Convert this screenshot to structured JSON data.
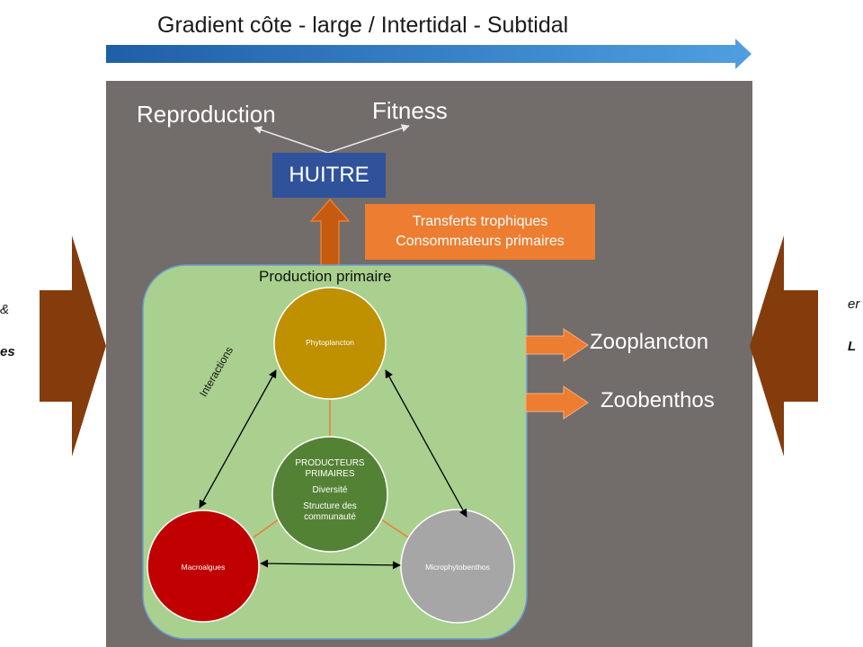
{
  "title": "Gradient côte -  large / Intertidal - Subtidal",
  "outputs": {
    "reproduction": "Reproduction",
    "fitness": "Fitness"
  },
  "huitre": "HUITRE",
  "transferts": {
    "line1": "Transferts trophiques",
    "line2": "Consommateurs primaires"
  },
  "production_primaire": "Production primaire",
  "zooplancton": "Zooplancton",
  "zoobenthos": "Zoobenthos",
  "nodes": {
    "phytoplancton": "Phytoplancton",
    "macroalgues": "Macroalgues",
    "microphytobenthos": "Microphytobenthos",
    "center": {
      "line1": "PRODUCTEURS",
      "line2": "PRIMAIRES",
      "line3": "Diversité",
      "line4": "Structure des",
      "line5": "communauté"
    }
  },
  "interactions": "Interactions",
  "left_fragments": {
    "line1": "&",
    "line2": "es"
  },
  "right_fragments": {
    "line1": "er",
    "line2": "L"
  },
  "colors": {
    "gradient_arrow_dark": "#1f5fa8",
    "gradient_arrow_light": "#4f9fe0",
    "panel": "#726c6b",
    "green_box": "#a9d08e",
    "green_box_border": "#6c9bd0",
    "huitre": "#2f529a",
    "orange": "#ed7d31",
    "brown_arrow": "#843c0c",
    "phyto": "#bf9000",
    "macro": "#c00000",
    "micro": "#a6a6a6",
    "center": "#548235"
  }
}
